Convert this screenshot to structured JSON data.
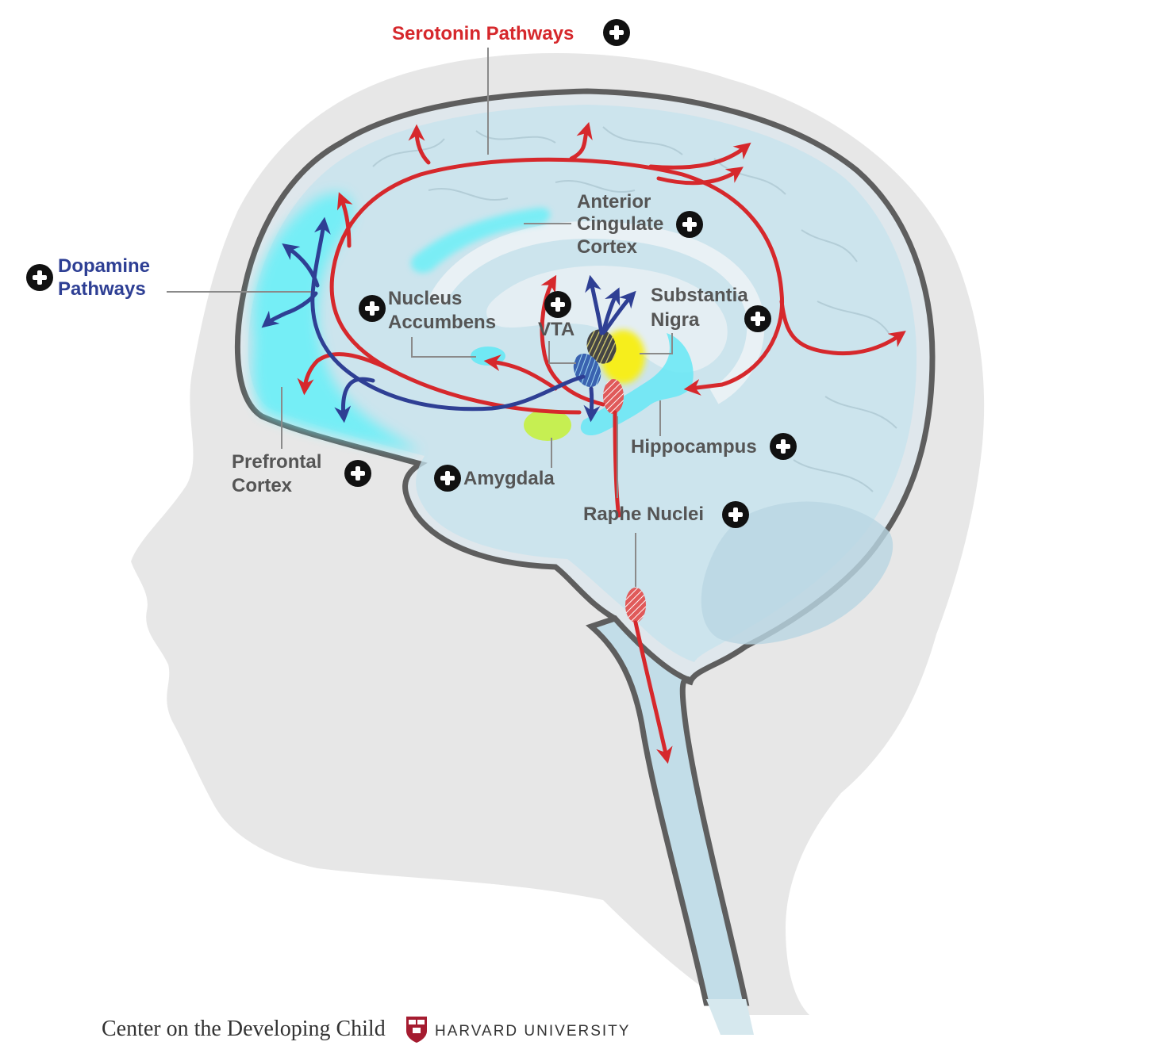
{
  "labels": {
    "serotonin_pathways": "Serotonin Pathways",
    "dopamine_line1": "Dopamine",
    "dopamine_line2": "Pathways",
    "anterior_cingulate_line1": "Anterior",
    "anterior_cingulate_line2": "Cingulate",
    "anterior_cingulate_line3": "Cortex",
    "nucleus_line1": "Nucleus",
    "nucleus_line2": "Accumbens",
    "vta": "VTA",
    "substantia_line1": "Substantia",
    "substantia_line2": "Nigra",
    "hippocampus": "Hippocampus",
    "prefrontal_line1": "Prefrontal",
    "prefrontal_line2": "Cortex",
    "amygdala": "Amygdala",
    "raphe_nuclei": "Raphe Nuclei"
  },
  "footer": {
    "center_name": "Center on the Developing Child",
    "university": "HARVARD UNIVERSITY"
  },
  "colors": {
    "serotonin": "#d6282c",
    "dopamine": "#2e3f94",
    "highlight_cyan": "#66f0f8",
    "substantia_yellow": "#f6ee1f",
    "amygdala_green": "#c6ef52",
    "label_gray": "#555555"
  },
  "icons": {
    "expand": "plus-circle-icon",
    "footer_logo": "harvard-shield-icon"
  }
}
